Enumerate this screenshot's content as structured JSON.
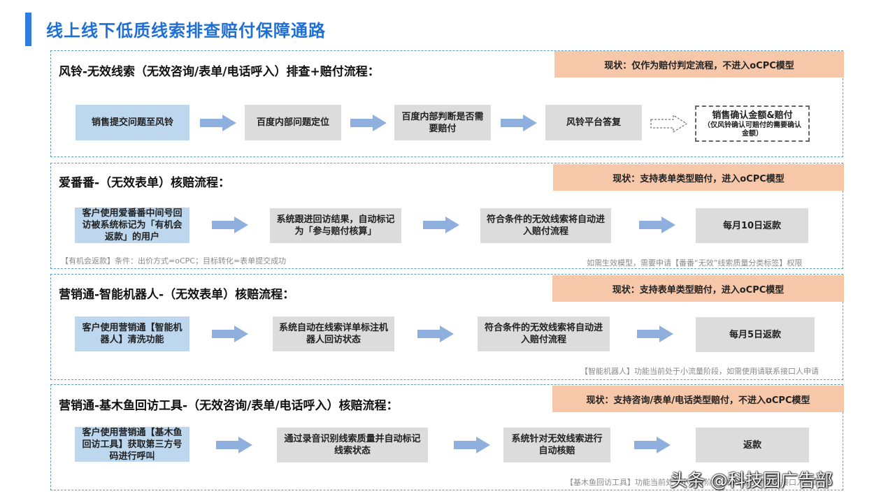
{
  "page_title": "线上线下低质线索排查赔付保障通路",
  "sections": [
    {
      "title": "风铃-无效线索（无效咨询/表单/电话呼入）排查+赔付流程：",
      "status": "现状：仅作为赔付判定流程，不进入oCPC模型",
      "steps": [
        "销售提交问题至风铃",
        "百度内部问题定位",
        "百度内部判断是否需要赔付",
        "风铃平台答复"
      ],
      "final_step": {
        "title": "销售确认金额&赔付",
        "sub": "（仅风铃确认可赔付的需要确认金额）"
      }
    },
    {
      "title": "爱番番-（无效表单）核赔流程：",
      "status": "现状：支持表单类型赔付，进入oCPC模型",
      "steps": [
        "客户使用爱番番中间号回访被系统标记为「有机会返款」的用户",
        "系统跟进回访结果，自动标记为「参与赔付核算」",
        "符合条件的无效线索将自动进入赔付流程",
        "每月10日返款"
      ],
      "note_left": "【有机会返款】条件：出价方式=oCPC；目标转化=表单提交成功",
      "note_right": "如需生效模型，需要申请【番番“无效”线索质量分类标签】权限"
    },
    {
      "title": "营销通-智能机器人-（无效表单）核赔流程：",
      "status": "现状：支持表单类型赔付，进入oCPC模型",
      "steps": [
        "客户使用营销通【智能机器人】清洗功能",
        "系统自动在线索详单标注机器人回访状态",
        "符合条件的无效线索将自动进入赔付流程",
        "每月5日返款"
      ],
      "note_right": "【智能机器人】功能当前处于小流量阶段，如需使用请联系接口人申请"
    },
    {
      "title": "营销通-基木鱼回访工具-（无效咨询/表单/电话呼入）核赔流程：",
      "status": "现状：支持咨询/表单/电话类型赔付，不进入oCPC模型",
      "steps": [
        "客户使用营销通【基木鱼回访工具】获取第三方号码进行呼叫",
        "通过录音识别线索质量并自动标记线索状态",
        "系统针对无效线索进行自动核赔",
        "返款"
      ],
      "note_right": "【基木鱼回访工具】功能当前处于小流量阶段，如需使用请联系接口人申请"
    }
  ],
  "watermark": "头条 @科技园广告部",
  "colors": {
    "title": "#1f6fd6",
    "status_bg": "#f6c7a8",
    "blue_box": "#bcd7ee",
    "gray_box": "#dcdcdc",
    "arrow": "#8fb0df",
    "border": "#5aa0bf"
  },
  "icons": [
    "solid-right-arrow-icon",
    "outline-right-arrow-icon"
  ]
}
